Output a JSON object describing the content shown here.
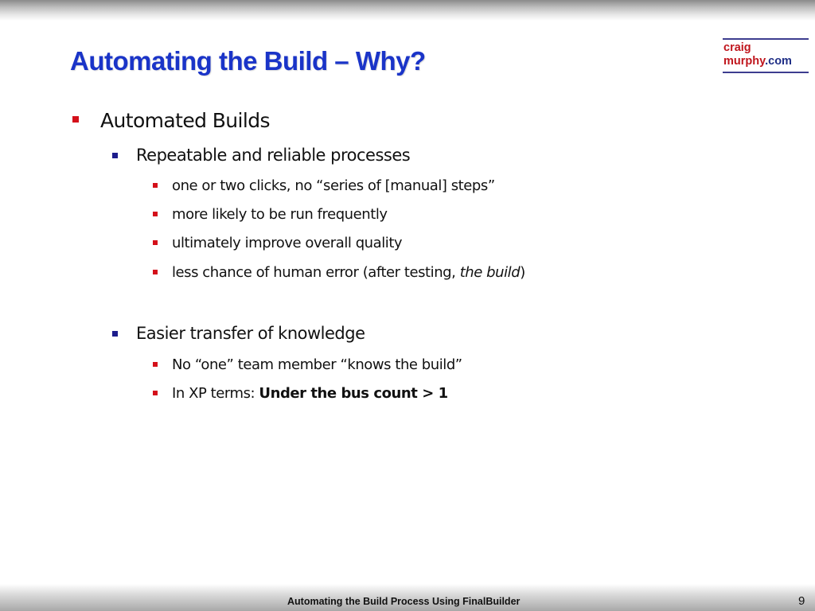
{
  "slide": {
    "title": "Automating the Build – Why?",
    "logo": {
      "line1": "craig",
      "line2_main": "murphy",
      "line2_suffix": ".com"
    },
    "bullets": {
      "l1_automated_builds": "Automated Builds",
      "l2_repeatable": "Repeatable and reliable processes",
      "l3_one_or_two": "one or two clicks, no “series of [manual] steps”",
      "l3_more_likely": "more likely to be run frequently",
      "l3_ultimately": "ultimately improve overall quality",
      "l3_less_chance_prefix": "less chance of human error (after testing, ",
      "l3_less_chance_italic": "the build",
      "l3_less_chance_suffix": ")",
      "l2_easier_transfer": "Easier transfer of knowledge",
      "l3_no_one": "No “one” team member “knows the build”",
      "l3_xp_prefix": "In XP terms: ",
      "l3_xp_bold": "Under the bus count > 1"
    },
    "footer": "Automating the Build Process Using FinalBuilder",
    "page_number": "9"
  },
  "colors": {
    "title": "#1a34c8",
    "bullet_red": "#d4101a",
    "bullet_blue": "#1c1c8c",
    "logo_red": "#c0161d",
    "logo_blue": "#1f2e86"
  }
}
